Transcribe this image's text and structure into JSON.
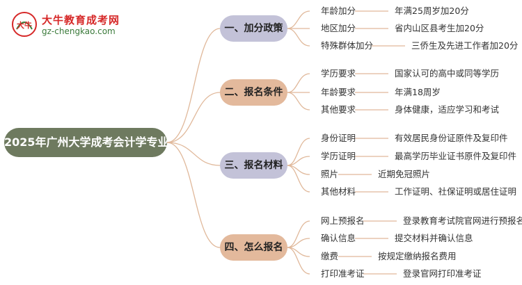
{
  "logo": {
    "mark_text": "大牛",
    "title": "大牛教育成考网",
    "url": "gz-chengkao.com"
  },
  "root": {
    "label": "2025年广州大学成考会计学专业"
  },
  "branches": [
    {
      "label": "一、加分政策",
      "items": [
        {
          "key": "年龄加分",
          "value": "年满25周岁加20分"
        },
        {
          "key": "地区加分",
          "value": "省内山区县考生加20分"
        },
        {
          "key": "特殊群体加分",
          "value": "三侨生及先进工作者加20分"
        }
      ]
    },
    {
      "label": "二、报名条件",
      "items": [
        {
          "key": "学历要求",
          "value": "国家认可的高中或同等学历"
        },
        {
          "key": "年龄要求",
          "value": "年满18周岁"
        },
        {
          "key": "其他要求",
          "value": "身体健康，适应学习和考试"
        }
      ]
    },
    {
      "label": "三、报名材料",
      "items": [
        {
          "key": "身份证明",
          "value": "有效居民身份证原件及复印件"
        },
        {
          "key": "学历证明",
          "value": "最高学历毕业证书原件及复印件"
        },
        {
          "key": "照片",
          "value": "近期免冠照片"
        },
        {
          "key": "其他材料",
          "value": "工作证明、社保证明或居住证明"
        }
      ]
    },
    {
      "label": "四、怎么报名",
      "items": [
        {
          "key": "网上预报名",
          "value": "登录教育考试院官网进行预报名"
        },
        {
          "key": "确认信息",
          "value": "提交材料并确认信息"
        },
        {
          "key": "缴费",
          "value": "按规定缴纳报名费用"
        },
        {
          "key": "打印准考证",
          "value": "登录官网打印准考证"
        }
      ]
    }
  ],
  "colors": {
    "root": "#6e7a5f",
    "branch_lavender": "#c3c2d8",
    "branch_peach": "#e3b99c",
    "line": "#e0b89a"
  }
}
